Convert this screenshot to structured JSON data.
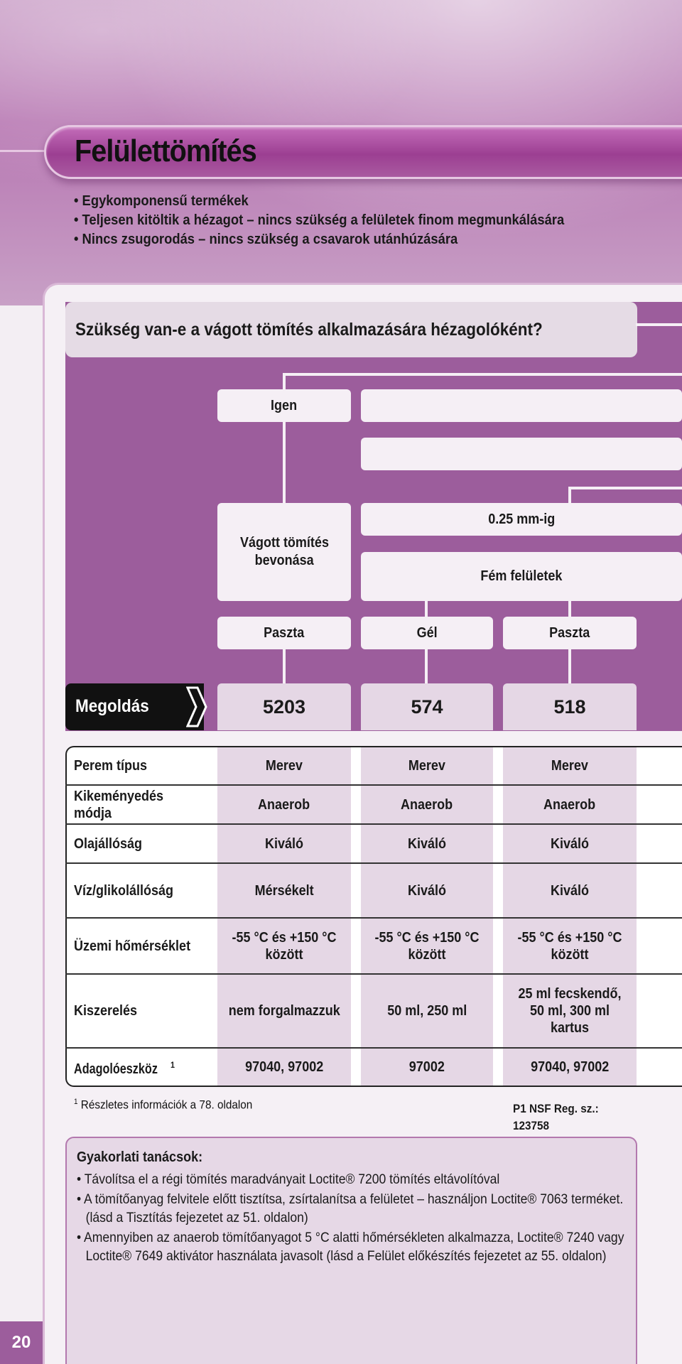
{
  "header": {
    "title": "Felülettömítés",
    "bullets": [
      "Egykomponensű termékek",
      "Teljesen kitöltik a hézagot – nincs szükség a felületek finom megmunkálására",
      "Nincs zsugorodás – nincs szükség a csavarok utánhúzására"
    ]
  },
  "flow": {
    "question": "Szükség van-e a vágott tömítés alkalmazására hézagolóként?",
    "yes": "Igen",
    "cut_gasket_line1": "Vágott tömítés",
    "cut_gasket_line2": "bevonása",
    "gap": "0.25 mm-ig",
    "metal": "Fém felületek",
    "forms": [
      "Paszta",
      "Gél",
      "Paszta"
    ],
    "solution_label": "Megoldás",
    "solutions": [
      "5203",
      "574",
      "518"
    ]
  },
  "table": {
    "rows": [
      {
        "label": "Perem típus",
        "values": [
          "Merev",
          "Merev",
          "Merev"
        ]
      },
      {
        "label": "Kikeményedés módja",
        "values": [
          "Anaerob",
          "Anaerob",
          "Anaerob"
        ]
      },
      {
        "label": "Olajállóság",
        "values": [
          "Kiváló",
          "Kiváló",
          "Kiváló"
        ]
      },
      {
        "label": "Víz/glikolállóság",
        "values": [
          "Mérsékelt",
          "Kiváló",
          "Kiváló"
        ]
      },
      {
        "label": "Üzemi hőmérséklet",
        "values": [
          "-55 °C és +150 °C között",
          "-55 °C és +150 °C között",
          "-55 °C és +150 °C között"
        ]
      },
      {
        "label": "Kiszerelés",
        "values": [
          "nem forgalmazzuk",
          "50 ml, 250 ml",
          "25 ml fecskendő, 50 ml, 300 ml kartus"
        ]
      },
      {
        "label": "Adagolóeszköz",
        "sup": "1",
        "values": [
          "97040, 97002",
          "97002",
          "97040, 97002"
        ]
      }
    ]
  },
  "footnote": {
    "sup": "1",
    "text": "Részletes információk a 78. oldalon"
  },
  "nsf": {
    "line1": "P1 NSF Reg. sz.:",
    "line2": "123758"
  },
  "tips": {
    "title": "Gyakorlati tanácsok:",
    "items": [
      "Távolítsa el a régi tömítés maradványait Loctite® 7200 tömítés eltávolítóval",
      "A tömítőanyag felvitele előtt tisztítsa, zsírtalanítsa a felületet – használjon Loctite® 7063 terméket. (lásd a Tisztítás fejezetet az 51. oldalon)",
      "Amennyiben az anaerob tömítőanyagot 5 °C alatti hőmérsékleten alkalmazza, Loctite® 7240 vagy Loctite® 7649 aktivátor használata javasolt (lásd a Felület előkészítés fejezetet az 55. oldalon)"
    ]
  },
  "page_number": "20"
}
